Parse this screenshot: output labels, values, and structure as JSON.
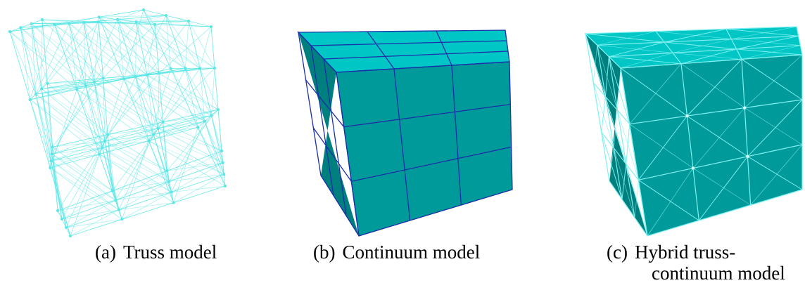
{
  "panels": [
    {
      "tag": "(a)",
      "caption": "Truss model",
      "wire_color": "#5ee6e6"
    },
    {
      "tag": "(b)",
      "caption": "Continuum model",
      "face_top_color": "#00c6c6",
      "face_front_color": "#009a9a",
      "face_side_color": "#007f7f",
      "edge_color": "#1a2fa8"
    },
    {
      "tag": "(c)",
      "caption_line1": "Hybrid truss-",
      "caption_line2": "continuum model",
      "face_top_color": "#00c6c6",
      "face_front_color": "#009a9a",
      "face_side_color": "#007f7f",
      "edge_color": "#7ff0f0"
    }
  ]
}
